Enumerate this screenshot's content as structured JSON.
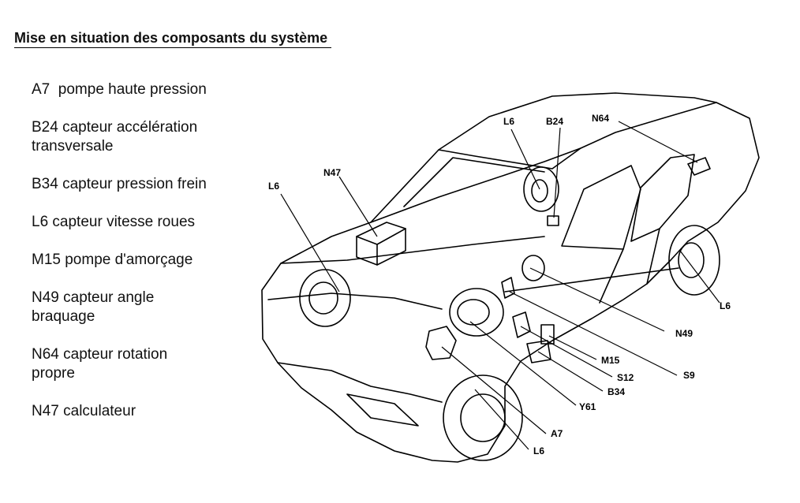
{
  "title": "Mise en situation des composants du système ",
  "legend": [
    {
      "line1": "A7  pompe haute pression",
      "line2": ""
    },
    {
      "line1": "B24 capteur accélération",
      "line2": "transversale"
    },
    {
      "line1": "B34 capteur pression frein",
      "line2": ""
    },
    {
      "line1": "L6 capteur vitesse roues",
      "line2": ""
    },
    {
      "line1": "M15 pompe d'amorçage",
      "line2": ""
    },
    {
      "line1": "N49 capteur angle",
      "line2": "braquage"
    },
    {
      "line1": "N64 capteur rotation",
      "line2": "propre"
    },
    {
      "line1": "N47 calculateur",
      "line2": ""
    }
  ],
  "callouts": {
    "l6_front_left": "L6",
    "n47": "N47",
    "l6_rear_left": "L6",
    "b24": "B24",
    "n64": "N64",
    "l6_rear_right": "L6",
    "n49": "N49",
    "m15": "M15",
    "s12": "S12",
    "s9": "S9",
    "b34": "B34",
    "y61": "Y61",
    "a7": "A7",
    "l6_front_right": "L6"
  }
}
